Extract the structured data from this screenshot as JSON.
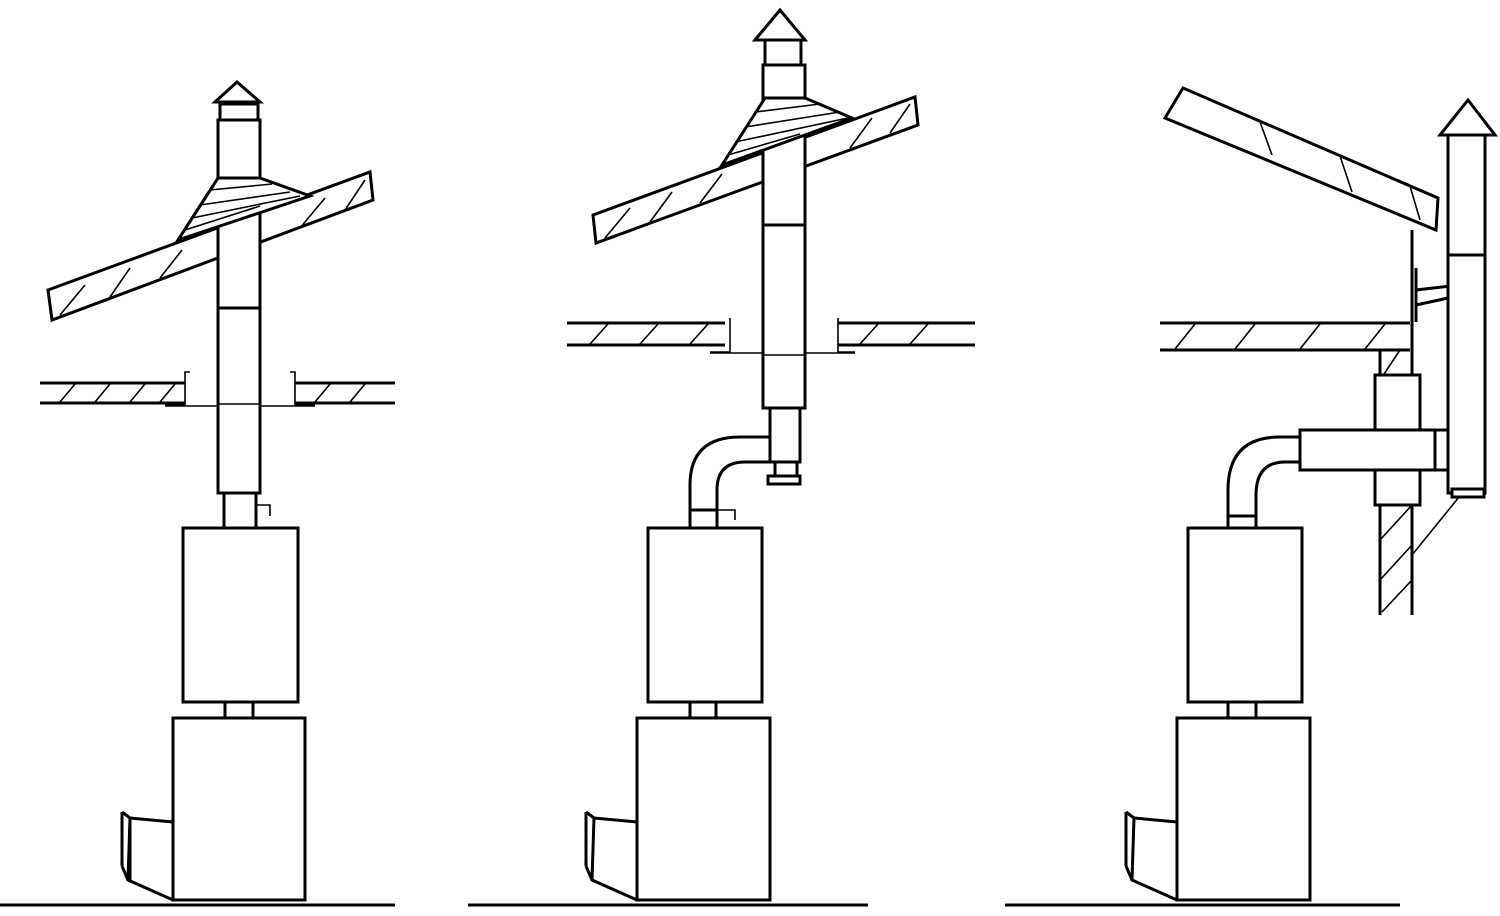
{
  "colors": {
    "line": "#000000",
    "background": "#ffffff"
  },
  "variants": [
    {
      "id": "through-roof-straight"
    },
    {
      "id": "through-roof-offset-with-tee"
    },
    {
      "id": "through-wall"
    }
  ]
}
